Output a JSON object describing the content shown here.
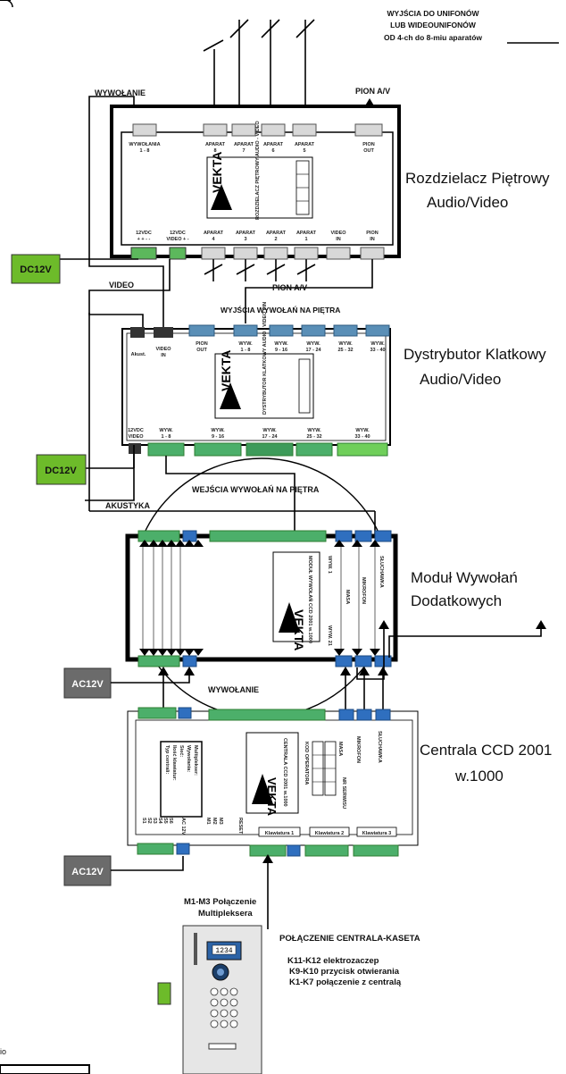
{
  "top_outputs": {
    "line1": "WYJŚCIA DO UNIFONÓW",
    "line2": "LUB WIDEOUNIFONÓW",
    "line3": "OD 4-ch do 8-miu aparatów"
  },
  "labels": {
    "wywolanie_top": "WYWOŁANIE",
    "pion_av_top": "PION A/V",
    "pion_av_mid": "PION A/V",
    "video": "VIDEO",
    "wyjscia_wywolan": "WYJŚCIA WYWOŁAŃ  NA PIĘTRA",
    "wejscia_wywolan": "WEJŚCIA WYWOŁAŃ NA PIĘTRA",
    "akustyka": "AKUSTYKA",
    "wywolanie_mid": "WYWOŁANIE",
    "multiplexer_line1": "M1-M3 Połączenie",
    "multiplexer_line2": "Multipleksera",
    "polaczenie": "POŁĄCZENIE CENTRALA-KASETA",
    "k11": "K11-K12 elektrozaczep",
    "k9": "K9-K10  przycisk otwierania",
    "k1": "K1-K7   połączenie z centralą",
    "audio_fragment": "io"
  },
  "power": {
    "dc1": "DC12V",
    "dc2": "DC12V",
    "ac1": "AC12V",
    "ac2": "AC12V"
  },
  "devices": {
    "rozdzielacz": {
      "line1": "Rozdzielacz Piętrowy",
      "line2": "Audio/Video"
    },
    "dystrybutor": {
      "line1": "Dystrybutor Klatkowy",
      "line2": "Audio/Video"
    },
    "modul": {
      "line1": "Moduł Wywołań",
      "line2": "Dodatkowych"
    },
    "centrala": {
      "line1": "Centrala CCD 2001",
      "line2": "w.1000"
    }
  },
  "rozdzielacz_panel": {
    "top_terminals": [
      {
        "line1": "WYWOŁANIA",
        "line2": "1 - 8"
      },
      {
        "line1": "APARAT",
        "line2": "8"
      },
      {
        "line1": "APARAT",
        "line2": "7"
      },
      {
        "line1": "APARAT",
        "line2": "6"
      },
      {
        "line1": "APARAT",
        "line2": "5"
      },
      {
        "line1": "PION",
        "line2": "OUT"
      }
    ],
    "bottom_terminals": [
      {
        "line1": "12VDC",
        "line2": "+ + - -"
      },
      {
        "line1": "12VDC",
        "line2": "VIDEO + -"
      },
      {
        "line1": "APARAT",
        "line2": "4"
      },
      {
        "line1": "APARAT",
        "line2": "3"
      },
      {
        "line1": "APARAT",
        "line2": "2"
      },
      {
        "line1": "APARAT",
        "line2": "1"
      },
      {
        "line1": "VIDEO",
        "line2": "IN"
      },
      {
        "line1": "PION",
        "line2": "IN"
      }
    ],
    "label_text": "ROZDZIELACZ PIĘTROWY AUDIO - VIDEO"
  },
  "dystrybutor_panel": {
    "top_terminals": [
      {
        "line1": "Akust.",
        "line2": ""
      },
      {
        "line1": "VIDEO",
        "line2": "IN"
      },
      {
        "line1": "PION",
        "line2": "OUT"
      },
      {
        "line1": "WYW.",
        "line2": "1 - 8"
      },
      {
        "line1": "WYW.",
        "line2": "9 - 16"
      },
      {
        "line1": "WYW.",
        "line2": "17 - 24"
      },
      {
        "line1": "WYW.",
        "line2": "25 - 32"
      },
      {
        "line1": "WYW.",
        "line2": "33 - 40"
      }
    ],
    "bottom_terminals": [
      {
        "line1": "12VDC",
        "line2": "VIDEO"
      },
      {
        "line1": "WYW.",
        "line2": "1 - 8"
      },
      {
        "line1": "WYW.",
        "line2": "9 - 16"
      },
      {
        "line1": "WYW.",
        "line2": "17 - 24"
      },
      {
        "line1": "WYW.",
        "line2": "25 - 32"
      },
      {
        "line1": "WYW.",
        "line2": "33 - 40"
      }
    ],
    "label_text": "DYSTRYBUTOR KLATKOWY AUDIO - VIDEO PIN"
  },
  "modul_panel": {
    "label_text": "MODUŁ WYWOŁAŃ CCD 2001 w.1000",
    "side_labels": [
      "WYW. 1",
      "MASA",
      "MIKROFON",
      "SŁUCHAWKA",
      "WYW. 21"
    ]
  },
  "centrala_panel": {
    "label_text": "CENTRALA CCD 2001 w.1000",
    "side_labels": [
      "MASA",
      "MIKROFON",
      "SŁUCHAWKA",
      "KOD OPERATORA",
      "NR SERWISU"
    ],
    "keyboards": [
      "Klawiatura 1",
      "Klawiatura 2",
      "Klawiatura 3"
    ],
    "bottom_left": [
      "S1",
      "S2",
      "S3",
      "S4",
      "S5",
      "S6"
    ],
    "ac": "AC 12V",
    "m_labels": [
      "M1",
      "M2",
      "M3"
    ],
    "reset": "RESET",
    "type_lines": [
      "Typ centrali:",
      "Ilość klawiatur:",
      "Sieć:",
      "Wywołania:",
      "Multiplekser:"
    ]
  },
  "brand": "VEKTA",
  "kaseta": {
    "display": "1234"
  }
}
